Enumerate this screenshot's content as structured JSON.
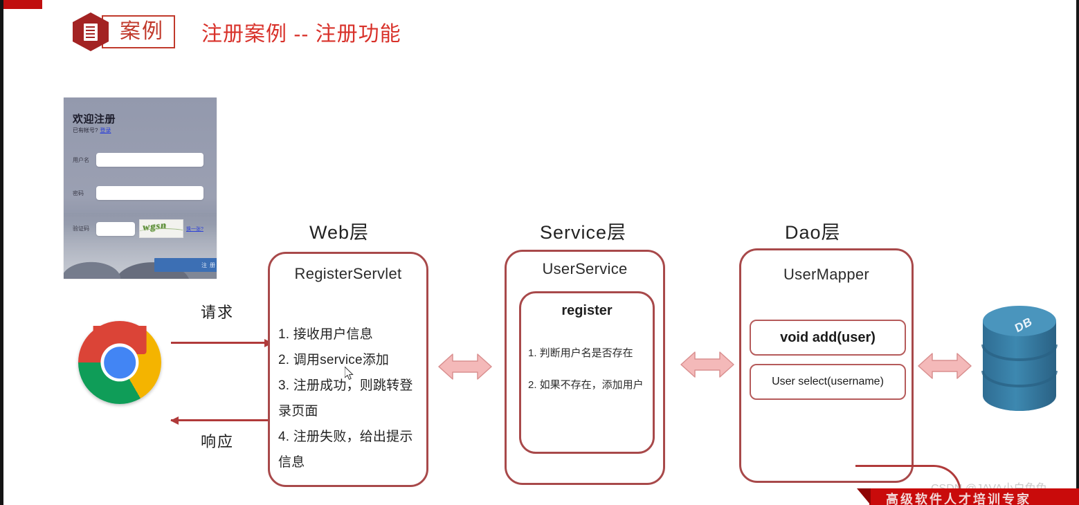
{
  "header": {
    "badge_label": "案例",
    "badge_icon": "document-hexagon-icon",
    "title": "注册案例 -- 注册功能"
  },
  "register_form": {
    "title": "欢迎注册",
    "subtitle": "已有帐号?",
    "login_link": "登录",
    "fields": [
      {
        "label": "用户名",
        "value": ""
      },
      {
        "label": "密码",
        "value": ""
      },
      {
        "label": "验证码",
        "value": ""
      }
    ],
    "captcha_text": "wgsn",
    "captcha_refresh": "换一张?",
    "submit_label": "注册"
  },
  "flow": {
    "browser_icon": "chrome-icon",
    "request_label": "请求",
    "response_label": "响应"
  },
  "layers": [
    {
      "title": "Web层",
      "class_name": "RegisterServlet",
      "items": [
        "1. 接收用户信息",
        "2. 调用service添加",
        "3. 注册成功，则跳转登录页面",
        "4. 注册失败，给出提示信息"
      ]
    },
    {
      "title": "Service层",
      "class_name": "UserService",
      "method_name": "register",
      "items": [
        "1. 判断用户名是否存在",
        "2. 如果不存在，添加用户"
      ]
    },
    {
      "title": "Dao层",
      "class_name": "UserMapper",
      "methods": [
        "void add(user)",
        "User select(username)"
      ]
    }
  ],
  "database": {
    "label": "DB",
    "icon": "database-cylinder-icon"
  },
  "footer": {
    "watermark": "CSDN @JAVA小白兔兔",
    "banner_text": "高级软件人才培训专家"
  },
  "colors": {
    "brand_red": "#c0392b",
    "title_red": "#d8312a",
    "box_border": "#a8494a",
    "arrow_pink": "#f4b9b9",
    "flow_arrow": "#b03a3a",
    "button_blue": "#3c6fb4",
    "db_blue": "#3b7fa8"
  }
}
